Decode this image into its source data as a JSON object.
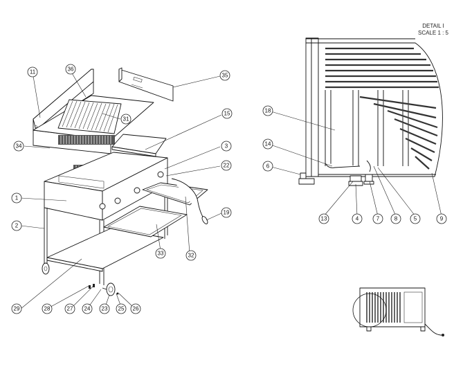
{
  "detail_title": {
    "line1": "DETAIL I",
    "line2": "SCALE 1 : 5"
  },
  "callouts": [
    {
      "id": "c1",
      "label": "1"
    },
    {
      "id": "c2",
      "label": "2"
    },
    {
      "id": "c3",
      "label": "3"
    },
    {
      "id": "c11",
      "label": "11"
    },
    {
      "id": "c15",
      "label": "15"
    },
    {
      "id": "c19",
      "label": "19"
    },
    {
      "id": "c22",
      "label": "22"
    },
    {
      "id": "c23",
      "label": "23"
    },
    {
      "id": "c24",
      "label": "24"
    },
    {
      "id": "c25",
      "label": "25"
    },
    {
      "id": "c26",
      "label": "26"
    },
    {
      "id": "c27",
      "label": "27"
    },
    {
      "id": "c28",
      "label": "28"
    },
    {
      "id": "c29",
      "label": "29"
    },
    {
      "id": "c31",
      "label": "31"
    },
    {
      "id": "c32",
      "label": "32"
    },
    {
      "id": "c33",
      "label": "33"
    },
    {
      "id": "c34",
      "label": "34"
    },
    {
      "id": "c35",
      "label": "35"
    },
    {
      "id": "c36",
      "label": "36"
    },
    {
      "id": "d18",
      "label": "18"
    },
    {
      "id": "d14",
      "label": "14"
    },
    {
      "id": "d6",
      "label": "6"
    },
    {
      "id": "d13",
      "label": "13"
    },
    {
      "id": "d4",
      "label": "4"
    },
    {
      "id": "d7",
      "label": "7"
    },
    {
      "id": "d8",
      "label": "8"
    },
    {
      "id": "d5",
      "label": "5"
    },
    {
      "id": "d9",
      "label": "9"
    }
  ]
}
